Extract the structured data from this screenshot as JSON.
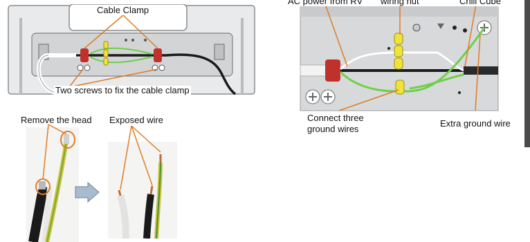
{
  "top_left": {
    "cable_clamp_label": "Cable Clamp",
    "screws_label": "Two screws to fix the cable clamp"
  },
  "top_right": {
    "ac_power_label": "AC power from RV",
    "wiring_nut_label": "wiring nut",
    "chill_cube_label": "Chill Cube",
    "connect_ground_label_line1": "Connect three",
    "connect_ground_label_line2": "ground wires",
    "extra_ground_label": "Extra ground wire"
  },
  "bottom": {
    "remove_head_label": "Remove the head",
    "exposed_wire_label": "Exposed wire"
  },
  "colors": {
    "leader_orange": "#e07b24",
    "ground_green": "#6fcf4a",
    "clamp_red": "#c0312b",
    "wire_black": "#1a1a1a",
    "nut_yellow": "#f2e33b",
    "plate_gray": "#d7d9db"
  }
}
